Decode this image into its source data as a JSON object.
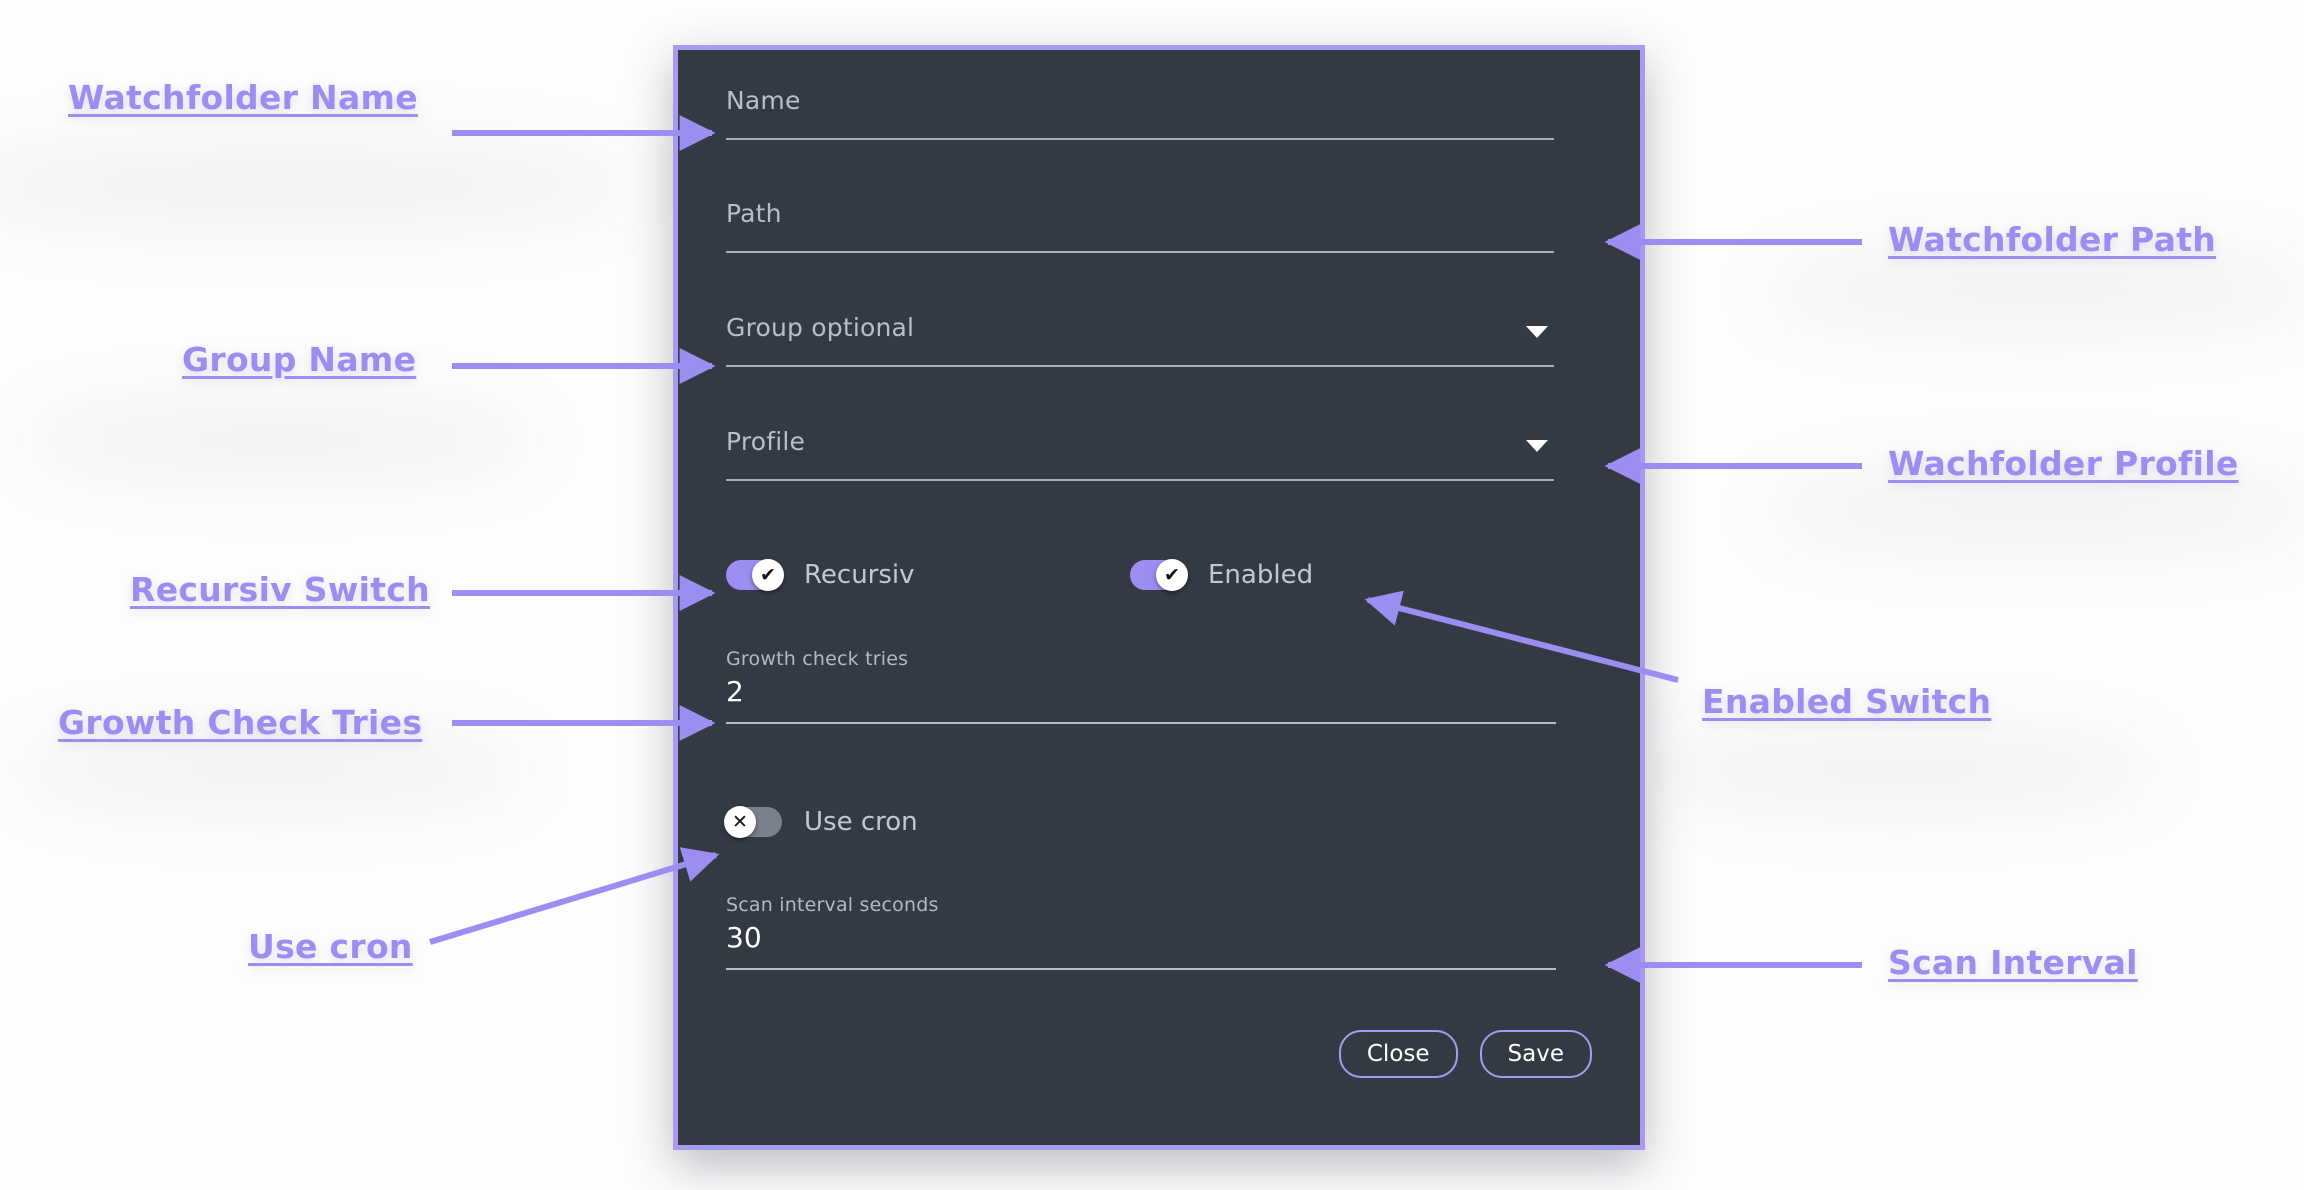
{
  "dialog": {
    "fields": [
      {
        "label": "Name",
        "type": "text",
        "caret": false
      },
      {
        "label": "Path",
        "type": "text",
        "caret": false
      },
      {
        "label": "Group optional",
        "type": "select",
        "caret": true
      },
      {
        "label": "Profile",
        "type": "select",
        "caret": true
      }
    ],
    "toggles": [
      {
        "label": "Recursiv",
        "state": "on",
        "glyph": "✔"
      },
      {
        "label": "Enabled",
        "state": "on",
        "glyph": "✔"
      },
      {
        "label": "Use cron",
        "state": "off",
        "glyph": "✕"
      }
    ],
    "value_fields": [
      {
        "label": "Growth check tries",
        "value": "2"
      },
      {
        "label": "Scan interval seconds",
        "value": "30"
      }
    ],
    "buttons": {
      "close": "Close",
      "save": "Save"
    }
  },
  "annotations": [
    {
      "text": "Watchfolder Name",
      "side": "left"
    },
    {
      "text": "Group Name",
      "side": "left"
    },
    {
      "text": "Recursiv Switch",
      "side": "left"
    },
    {
      "text": "Growth Check Tries",
      "side": "left"
    },
    {
      "text": "Use cron",
      "side": "left"
    },
    {
      "text": "Watchfolder Path",
      "side": "right"
    },
    {
      "text": "Wachfolder Profile",
      "side": "right"
    },
    {
      "text": "Enabled Switch",
      "side": "right"
    },
    {
      "text": "Scan Interval",
      "side": "right"
    }
  ],
  "colors": {
    "accent": "#9b8ef0",
    "dialog_bg": "#343a44",
    "page_bg": "#ffffff",
    "toggle_on": "#9b8ef0",
    "toggle_off": "#7b818c"
  }
}
